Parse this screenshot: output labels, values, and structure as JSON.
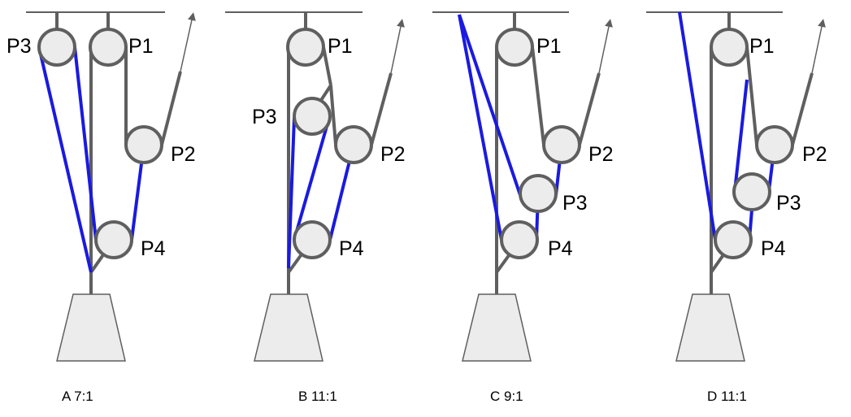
{
  "options": [
    {
      "caption": "A 7:1",
      "pulleys": {
        "p1": "P1",
        "p2": "P2",
        "p3": "P3",
        "p4": "P4"
      }
    },
    {
      "caption": "B 11:1",
      "pulleys": {
        "p1": "P1",
        "p2": "P2",
        "p3": "P3",
        "p4": "P4"
      }
    },
    {
      "caption": "C 9:1",
      "pulleys": {
        "p1": "P1",
        "p2": "P2",
        "p3": "P3",
        "p4": "P4"
      }
    },
    {
      "caption": "D 11:1",
      "pulleys": {
        "p1": "P1",
        "p2": "P2",
        "p3": "P3",
        "p4": "P4"
      }
    }
  ],
  "colors": {
    "rope": "#5f5f5f",
    "highlight_rope": "#1a1ae0",
    "pulley_fill": "#ececec"
  }
}
